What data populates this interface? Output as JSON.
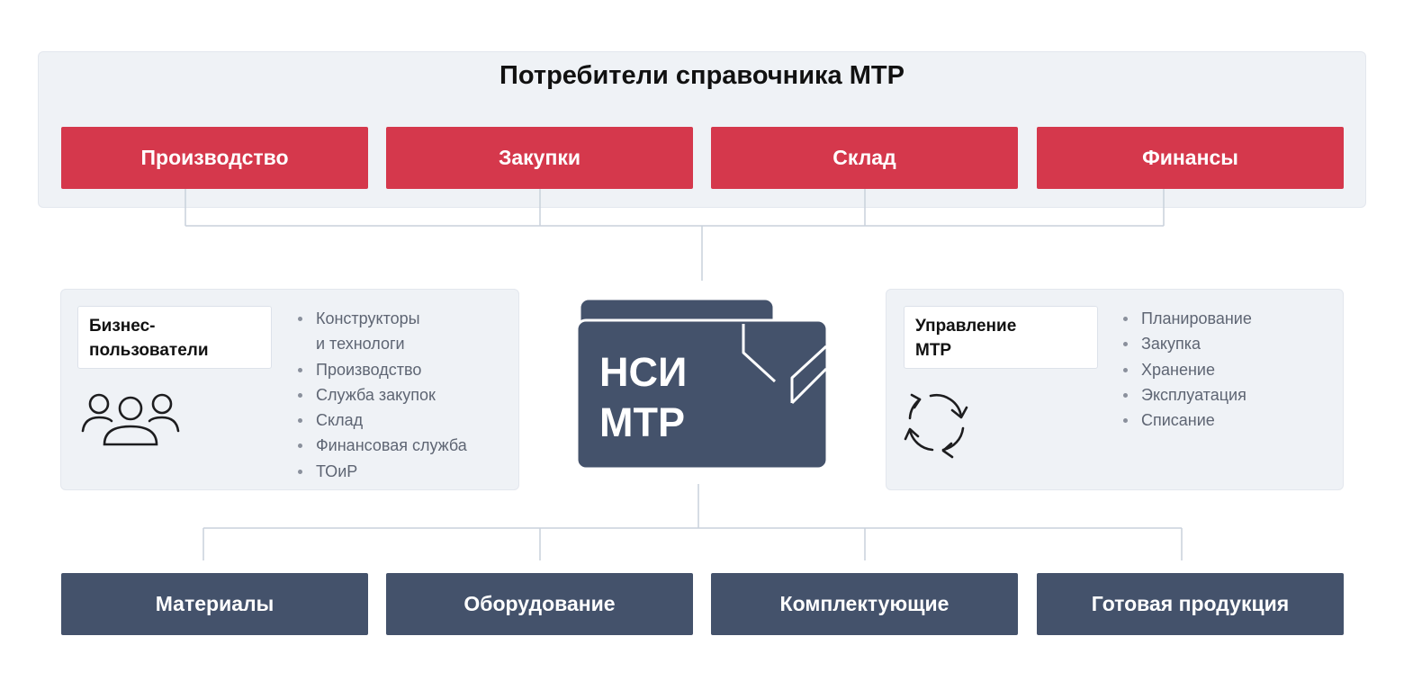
{
  "consumers": {
    "title": "Потребители справочника МТР",
    "items": [
      "Производство",
      "Закупки",
      "Склад",
      "Финансы"
    ]
  },
  "business_users": {
    "label_line1": "Бизнес-",
    "label_line2": "пользователи",
    "icon": "users-group-icon",
    "items": [
      [
        "Конструкторы",
        "и технологи"
      ],
      [
        "Производство"
      ],
      [
        "Служба закупок"
      ],
      [
        "Склад"
      ],
      [
        "Финансовая служба"
      ],
      [
        "ТОиР"
      ]
    ]
  },
  "center": {
    "line1": "НСИ",
    "line2": "МТР"
  },
  "management": {
    "label_line1": "Управление",
    "label_line2": "МТР",
    "icon": "cycle-arrows-icon",
    "items": [
      "Планирование",
      "Закупка",
      "Хранение",
      "Эксплуатация",
      "Списание"
    ]
  },
  "categories": [
    "Материалы",
    "Оборудование",
    "Комплектующие",
    "Готовая продукция"
  ],
  "colors": {
    "red": "#d5384c",
    "navy": "#44526b",
    "panel": "#eff2f6",
    "connector": "#c9d1dc"
  }
}
